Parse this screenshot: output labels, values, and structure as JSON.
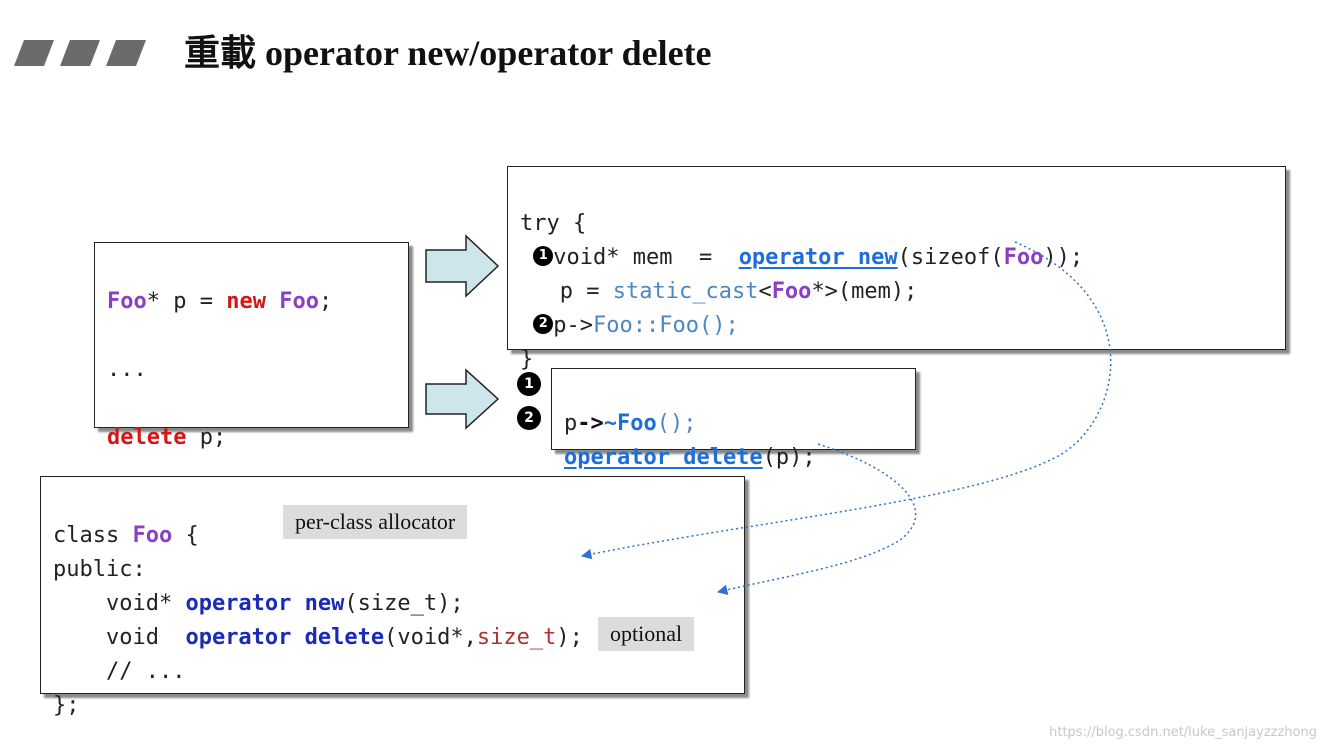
{
  "title": "重載 operator new/operator delete",
  "box_expr": {
    "line1": {
      "t1": "Foo",
      "t2": "* p = ",
      "t3": "new",
      "t4": " ",
      "t5": "Foo",
      "t6": ";"
    },
    "line2": "...",
    "line3": {
      "t1": "delete",
      "t2": " p;"
    }
  },
  "box_try": {
    "line1": "try {",
    "line2": {
      "badge": "1",
      "t1": "void* mem  =  ",
      "t2": "operator new",
      "t3": "(sizeof(",
      "t4": "Foo",
      "t5": "));"
    },
    "line3": {
      "t1": "  p = ",
      "t2": "static_cast",
      "t3": "<",
      "t4": "Foo",
      "t5": "*>(mem);"
    },
    "line4": {
      "badge": "2",
      "t1": "p->",
      "t2": "Foo::Foo();"
    },
    "line5": "}"
  },
  "box_delete": {
    "badge1": "1",
    "badge2": "2",
    "line1": {
      "t1": "p",
      "t2": "->",
      "t3": "~Foo",
      "t4": "();"
    },
    "line2": {
      "t1": "operator delete",
      "t2": "(p);"
    }
  },
  "box_class": {
    "line1": {
      "t1": "class ",
      "t2": "Foo",
      "t3": " {"
    },
    "line2": "public:",
    "line3": {
      "t1": "    void* ",
      "t2": "operator new",
      "t3": "(size_t);"
    },
    "line4": {
      "t1": "    void  ",
      "t2": "operator delete",
      "t3": "(void*,",
      "t4": "size_t",
      "t5": ");"
    },
    "line5": "    // ...",
    "line6": "};"
  },
  "notes": {
    "per_class": "per-class allocator",
    "optional": "optional"
  },
  "watermark": "https://blog.csdn.net/luke_sanjayzzzhong",
  "colors": {
    "purple": "#8b3fc6",
    "red": "#d41616",
    "blue": "#1f6ed6",
    "navy": "#1a2bb5",
    "arrow_fill": "#cde6ea",
    "dotted_link": "#2f6fd0"
  }
}
